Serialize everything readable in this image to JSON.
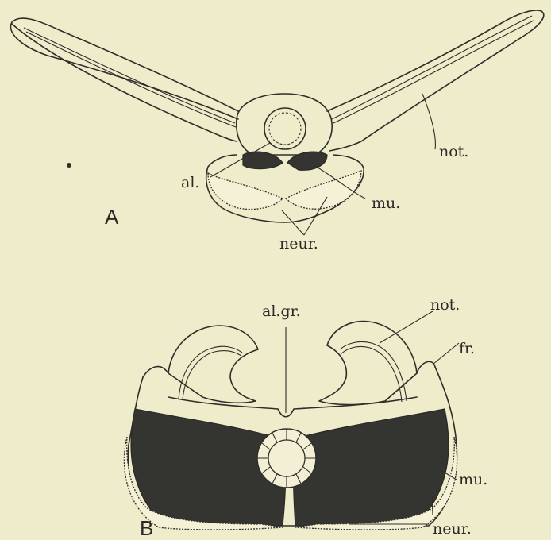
{
  "figure": {
    "panel_a": {
      "letter": "A",
      "labels": {
        "al": "al.",
        "not": "not.",
        "mu": "mu.",
        "neur": "neur."
      }
    },
    "panel_b": {
      "letter": "B",
      "labels": {
        "algr": "al.gr.",
        "not": "not.",
        "fr": "fr.",
        "mu": "mu.",
        "neur": "neur."
      }
    },
    "colors": {
      "background": "#efeccb",
      "ink": "#2f2e2a",
      "muscle": "#343530"
    }
  }
}
